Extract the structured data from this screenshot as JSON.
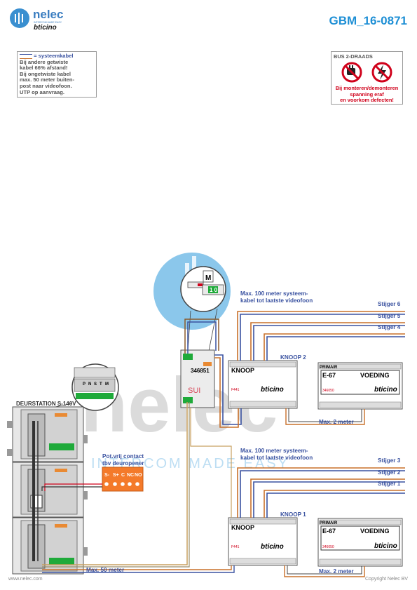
{
  "brand": {
    "name": "nelec",
    "tagline": "INTERCOM MADE EASY",
    "partner": "bticino"
  },
  "doc_code": "GBM_16-0871",
  "note": {
    "legend": "= systeemkabel",
    "lines": [
      "Bij andere getwiste",
      "kabel 66% afstand!",
      "Bij ongetwiste kabel",
      "max. 50 meter buiten-",
      "post naar videofoon.",
      "UTP op aanvraag."
    ]
  },
  "bus_box": {
    "title": "BUS 2-DRAADS",
    "warning": [
      "Bij monteren/demonteren",
      "spanning eraf",
      "en voorkom defecten!"
    ]
  },
  "labels": {
    "deurstation": "DEURSTATION S-140V",
    "potvrij": [
      "Pot.vrij contact",
      "tbv deuropener"
    ],
    "relay_terminals": [
      "S-",
      "S+",
      "C",
      "NC",
      "NO"
    ],
    "max100_top": [
      "Max. 100 meter systeem-",
      "kabel tot laatste videofoon"
    ],
    "max100_bottom": [
      "Max. 100 meter systeem-",
      "kabel tot laatste videofoon"
    ],
    "max2_top": "Max. 2 meter",
    "max2_bottom": "Max. 2 meter",
    "max50": "Max. 50 meter",
    "knoop2": "KNOOP 2",
    "knoop1": "KNOOP 1",
    "stijgers_top": [
      "Stijger 6",
      "Stijger 5",
      "Stijger 4"
    ],
    "stijgers_bottom": [
      "Stijger 3",
      "Stijger 2",
      "Stijger 1"
    ],
    "module_346851": "346851",
    "module_sui": "SUI",
    "zoom_display": "1 0",
    "zoom_m": "M",
    "knoop_title": "KNOOP",
    "knoop_code": "F441",
    "voeding_title": "VOEDING",
    "voeding_e": "E-67",
    "voeding_primair": "PRIMAIR",
    "voeding_code": "346050",
    "terminal_letters": [
      "P",
      "N",
      "S",
      "T",
      "M"
    ]
  },
  "footer": {
    "left": "www.nelec.com",
    "right": "Copyright Nelec BV"
  },
  "colors": {
    "blue": "#3a52a0",
    "orange": "#c8702a",
    "brown": "#8b5a2b",
    "red": "#d0021b",
    "relay": "#f47a2a",
    "watermark": "#4aa8e0"
  }
}
